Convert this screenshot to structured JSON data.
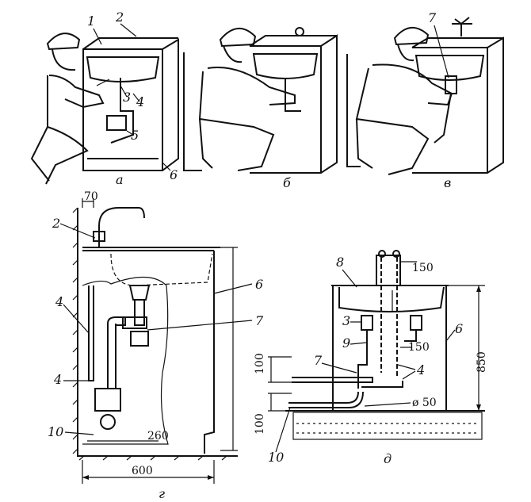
{
  "panels": {
    "a": {
      "caption": "а",
      "numbers": [
        "1",
        "2",
        "3",
        "4",
        "5",
        "6"
      ]
    },
    "b": {
      "caption": "б"
    },
    "v": {
      "caption": "в",
      "numbers": [
        "7"
      ]
    },
    "g": {
      "caption": "г",
      "numbers": [
        "2",
        "4",
        "4",
        "6",
        "7",
        "10"
      ],
      "dims": [
        "70",
        "260",
        "600"
      ]
    },
    "d": {
      "caption": "д",
      "numbers": [
        "8",
        "3",
        "9",
        "7",
        "4",
        "6",
        "10"
      ],
      "dims": [
        "150",
        "150",
        "850",
        "100",
        "100",
        "ø 50"
      ]
    }
  }
}
